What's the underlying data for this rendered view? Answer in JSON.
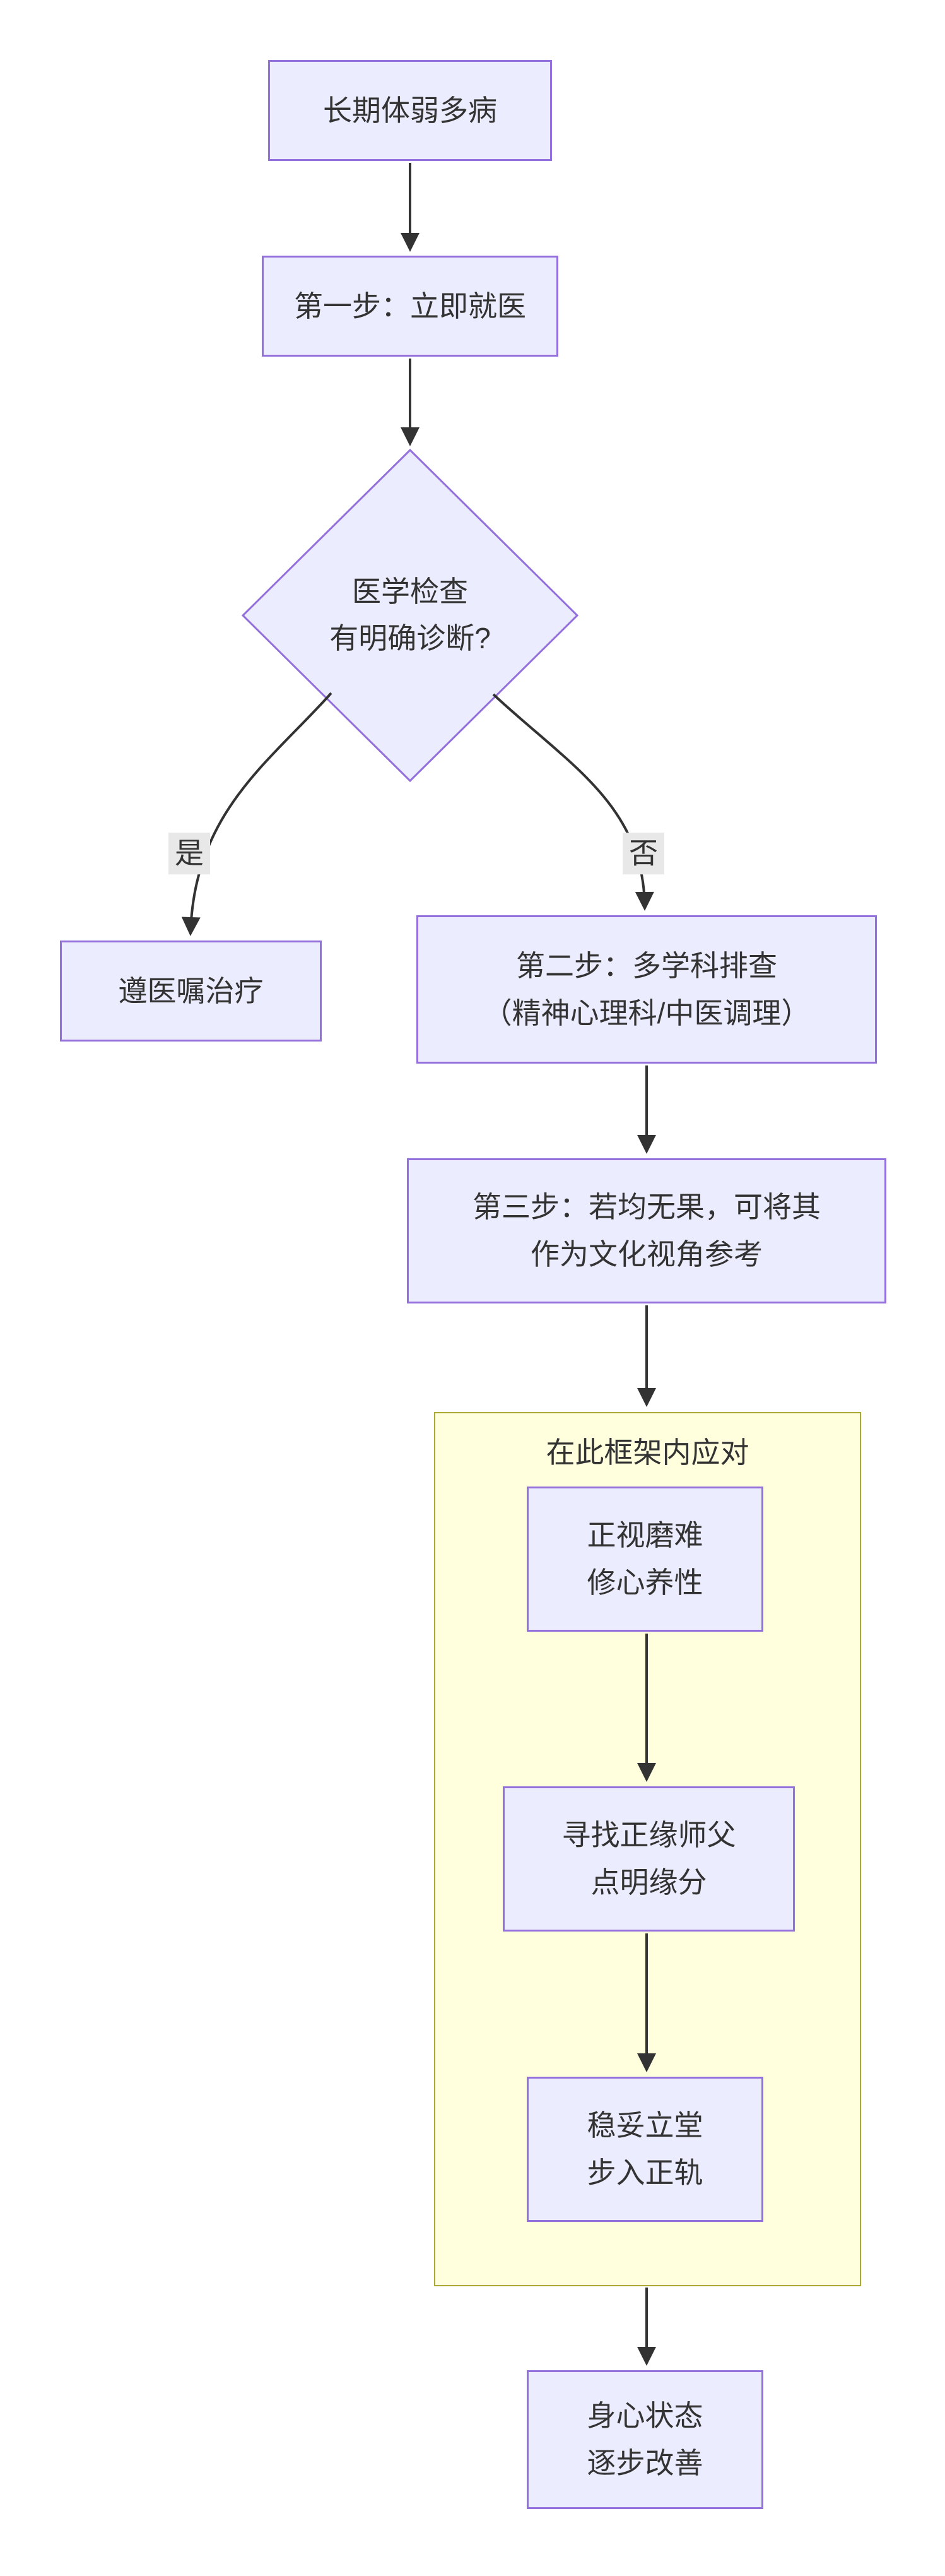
{
  "diagram": {
    "colors": {
      "background": "#FFFFFF",
      "node_fill": "#ECECFF",
      "node_border": "#9370DB",
      "edge_color": "#333333",
      "text_color": "#333333",
      "edge_label_bg": "#E8E8E8",
      "framework_fill": "#FFFFDE",
      "framework_border": "#AAAA33"
    },
    "nodes": {
      "start": {
        "lines": [
          "长期体弱多病"
        ]
      },
      "step1": {
        "lines": [
          "第一步：立即就医"
        ]
      },
      "decision": {
        "lines": [
          "医学检查",
          "有明确诊断?"
        ]
      },
      "follow": {
        "lines": [
          "遵医嘱治疗"
        ]
      },
      "step2": {
        "lines": [
          "第二步：多学科排查",
          "（精神心理科/中医调理）"
        ]
      },
      "step3": {
        "lines": [
          "第三步：若均无果，可将其",
          "作为文化视角参考"
        ]
      },
      "face": {
        "lines": [
          "正视磨难",
          "修心养性"
        ]
      },
      "seek": {
        "lines": [
          "寻找正缘师父",
          "点明缘分"
        ]
      },
      "establish": {
        "lines": [
          "稳妥立堂",
          "步入正轨"
        ]
      },
      "improve": {
        "lines": [
          "身心状态",
          "逐步改善"
        ]
      }
    },
    "framework_title": "在此框架内应对",
    "edge_labels": {
      "yes": "是",
      "no": "否"
    }
  }
}
